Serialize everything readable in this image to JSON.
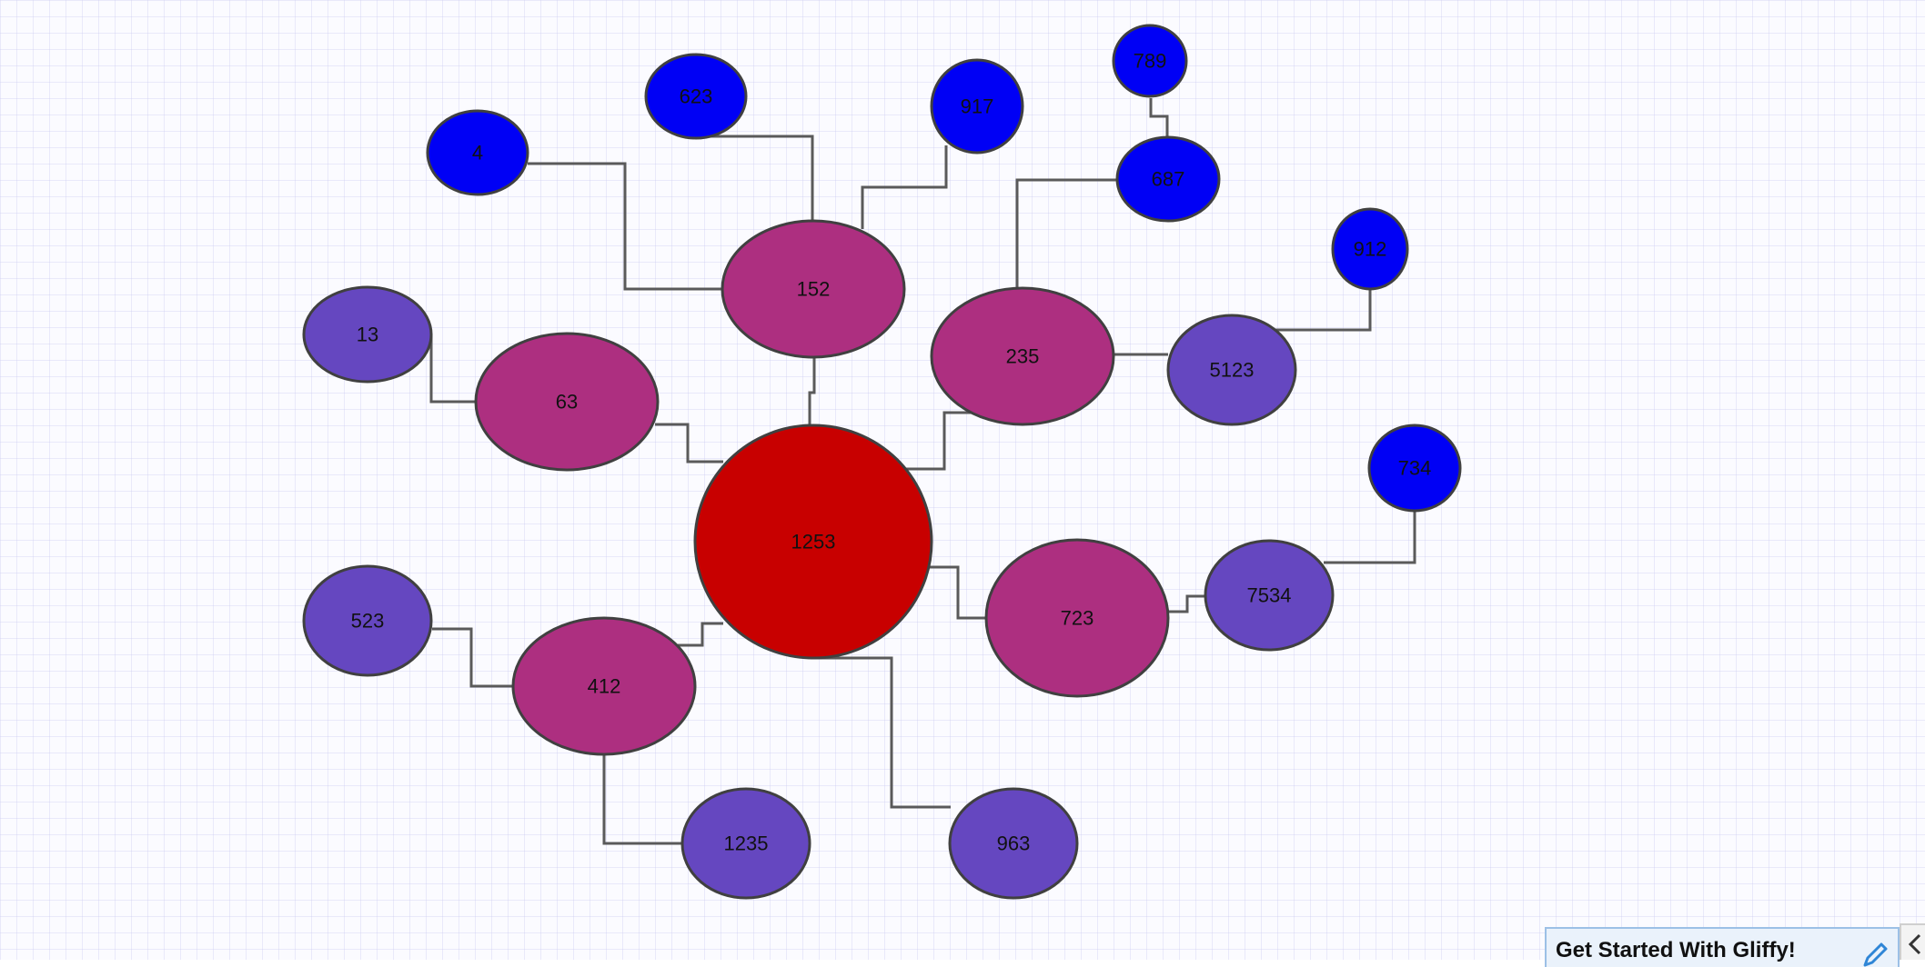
{
  "colors": {
    "root": "#c80000",
    "level1": "#ad2f80",
    "level2": "#6547c0",
    "leaf": "#0000f5",
    "edge": "#5a5a5a",
    "outline": "#404040"
  },
  "nodes": [
    {
      "id": "n1253",
      "label": "1253",
      "kind": "root"
    },
    {
      "id": "n152",
      "label": "152",
      "kind": "level1"
    },
    {
      "id": "n235",
      "label": "235",
      "kind": "level1"
    },
    {
      "id": "n63",
      "label": "63",
      "kind": "level1"
    },
    {
      "id": "n412",
      "label": "412",
      "kind": "level1"
    },
    {
      "id": "n723",
      "label": "723",
      "kind": "level1"
    },
    {
      "id": "n13",
      "label": "13",
      "kind": "level2"
    },
    {
      "id": "n523",
      "label": "523",
      "kind": "level2"
    },
    {
      "id": "n1235",
      "label": "1235",
      "kind": "level2"
    },
    {
      "id": "n963",
      "label": "963",
      "kind": "level2"
    },
    {
      "id": "n5123",
      "label": "5123",
      "kind": "level2"
    },
    {
      "id": "n7534",
      "label": "7534",
      "kind": "level2"
    },
    {
      "id": "n4",
      "label": "4",
      "kind": "leaf"
    },
    {
      "id": "n623",
      "label": "623",
      "kind": "leaf"
    },
    {
      "id": "n917",
      "label": "917",
      "kind": "leaf"
    },
    {
      "id": "n789",
      "label": "789",
      "kind": "leaf"
    },
    {
      "id": "n687",
      "label": "687",
      "kind": "leaf"
    },
    {
      "id": "n912",
      "label": "912",
      "kind": "leaf"
    },
    {
      "id": "n734",
      "label": "734",
      "kind": "leaf"
    }
  ],
  "edges": [
    {
      "from": "n152",
      "to": "n1253"
    },
    {
      "from": "n63",
      "to": "n1253"
    },
    {
      "from": "n235",
      "to": "n1253"
    },
    {
      "from": "n1253",
      "to": "n723"
    },
    {
      "from": "n1253",
      "to": "n412"
    },
    {
      "from": "n1253",
      "to": "n963"
    },
    {
      "from": "n623",
      "to": "n152"
    },
    {
      "from": "n4",
      "to": "n152"
    },
    {
      "from": "n917",
      "to": "n152"
    },
    {
      "from": "n13",
      "to": "n63"
    },
    {
      "from": "n523",
      "to": "n412"
    },
    {
      "from": "n412",
      "to": "n1235"
    },
    {
      "from": "n687",
      "to": "n235"
    },
    {
      "from": "n789",
      "to": "n687"
    },
    {
      "from": "n235",
      "to": "n5123"
    },
    {
      "from": "n912",
      "to": "n5123"
    },
    {
      "from": "n723",
      "to": "n7534"
    },
    {
      "from": "n734",
      "to": "n7534"
    }
  ],
  "banner": {
    "text": "Get Started With Gliffy!",
    "edit_icon": "pencil-icon",
    "collapse_icon": "chevron-left-icon"
  }
}
